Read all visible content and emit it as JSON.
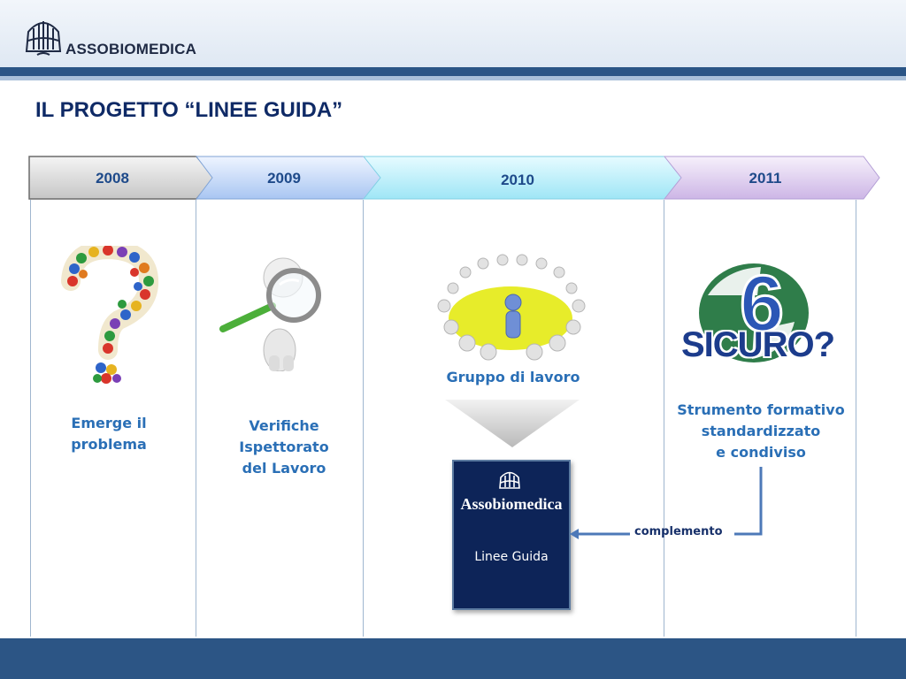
{
  "header": {
    "logo_text": "ASSOBIOMEDICA"
  },
  "title": "IL PROGETTO “LINEE GUIDA”",
  "timeline": [
    {
      "year": "2008",
      "caption": [
        "Emerge il",
        "problema"
      ]
    },
    {
      "year": "2009",
      "caption": [
        "Verifiche",
        "Ispettorato",
        "del Lavoro"
      ]
    },
    {
      "year": "2010",
      "caption": [
        "Gruppo di lavoro"
      ]
    },
    {
      "year": "2011",
      "caption": [
        "Strumento formativo",
        "standardizzato",
        "e condiviso"
      ]
    }
  ],
  "linee_guida": {
    "brand": "Assobiomedica",
    "label": "Linee Guida"
  },
  "complement_label": "complemento",
  "sicuro": {
    "digit": "6",
    "text": "SICURO?"
  },
  "colors": {
    "header_bar": "#2b5586",
    "title": "#0f2a66",
    "caption": "#2a6fb6",
    "footer": "#2c5585"
  }
}
